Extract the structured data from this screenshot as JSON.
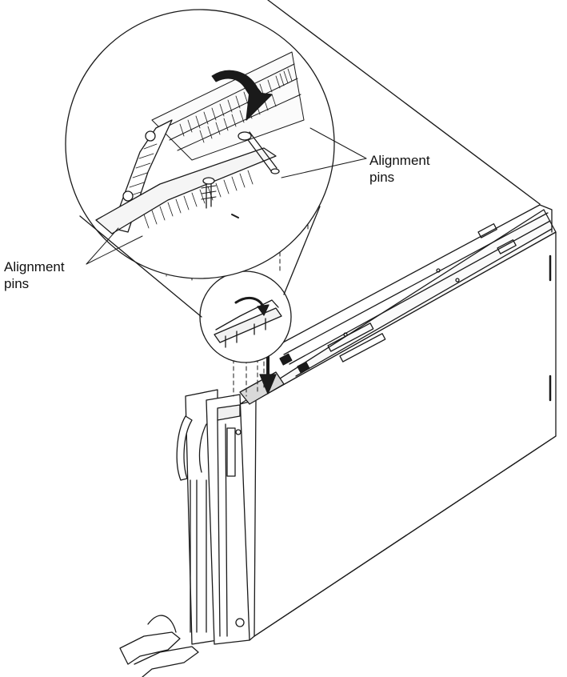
{
  "callouts": {
    "top": {
      "line1": "Alignment",
      "line2": "pins"
    },
    "left": {
      "line1": "Alignment",
      "line2": "pins"
    }
  },
  "colors": {
    "line": "#1a1a1a",
    "background": "#ffffff",
    "shade": "#e6e6e6"
  }
}
